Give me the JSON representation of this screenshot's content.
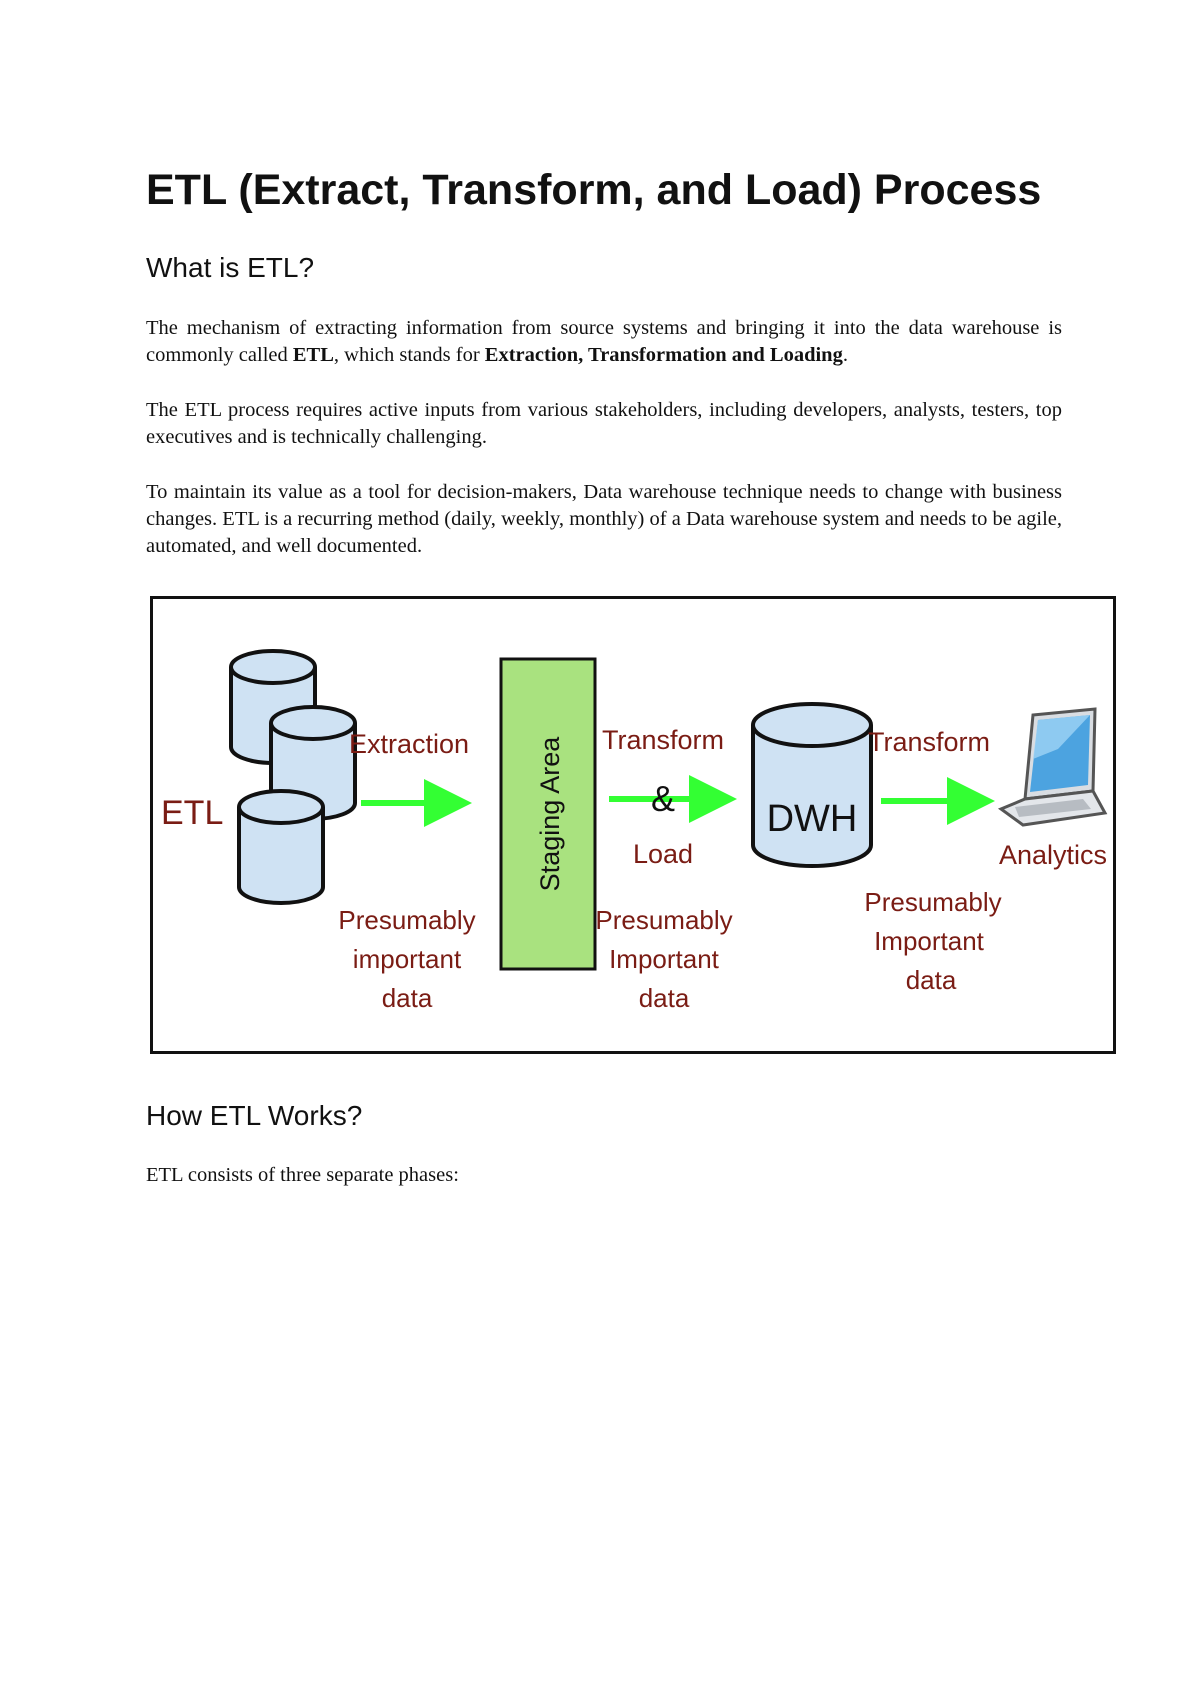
{
  "title": "ETL (Extract, Transform, and Load) Process",
  "section_what": {
    "heading": "What is ETL?",
    "p1_before": "The mechanism of extracting information from source systems and bringing it into the data warehouse is commonly called ",
    "p1_bold1": "ETL",
    "p1_middle": ", which stands for ",
    "p1_bold2": "Extraction, Transformation and Loading",
    "p1_after": ".",
    "p2": "The ETL process requires active inputs from various stakeholders, including developers, analysts, testers, top executives and is technically challenging.",
    "p3": "To maintain its value as a tool for decision-makers, Data warehouse technique needs to change with business changes. ETL is a recurring method (daily, weekly, monthly) of a Data warehouse system and needs to be agile, automated, and well documented."
  },
  "diagram": {
    "etl_label": "ETL",
    "extraction_label": "Extraction",
    "extraction_note": [
      "Presumably",
      "important",
      "data"
    ],
    "staging_label": "Staging Area",
    "transform_label_1": "Transform",
    "ampersand": "&",
    "load_label": "Load",
    "staging_note": [
      "Presumably",
      "Important",
      "data"
    ],
    "dwh_label": "DWH",
    "transform_label_2": "Transform",
    "dwh_note": [
      "Presumably",
      "Important",
      "data"
    ],
    "analytics_label": "Analytics",
    "colors": {
      "cylinder_fill": "#cfe2f3",
      "staging_fill": "#a9e27f",
      "arrow": "#33ff33",
      "label_text": "#7a1c14"
    }
  },
  "section_how": {
    "heading": "How ETL Works?",
    "p1": "ETL consists of three separate phases:"
  }
}
